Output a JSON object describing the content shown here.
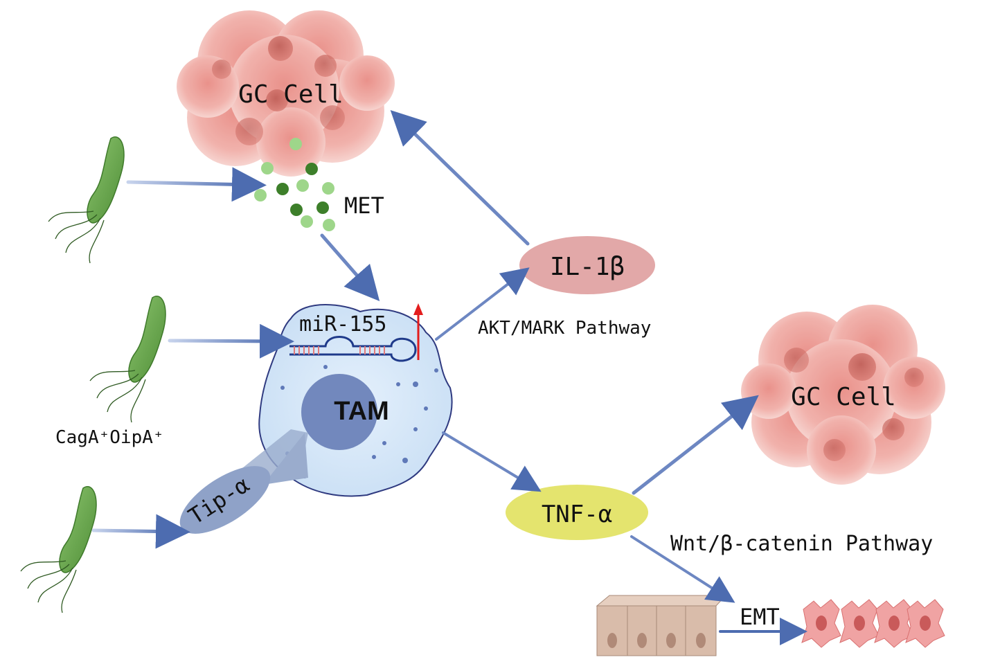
{
  "labels": {
    "gc_cell_top": "GC Cell",
    "gc_cell_right": "GC Cell",
    "met": "MET",
    "mir155": "miR-155",
    "tam": "TAM",
    "cag_oip": "CagA⁺OipA⁺",
    "tip_alpha": "Tip-α",
    "il1b": "IL-1β",
    "akt_pathway": "AKT/MARK Pathway",
    "tnf_alpha": "TNF-α",
    "wnt_pathway": "Wnt/β-catenin Pathway",
    "emt": "EMT"
  },
  "colors": {
    "arrow": "#5a78b8",
    "gc_cell": "#e88e86",
    "tam_body": "#d6e8fa",
    "tam_nucleus": "#7288bd",
    "bacteria": "#6aa84f",
    "il1b_fill": "#e2a8a8",
    "tnf_fill": "#e4e46e",
    "tip_fill": "#8fa2c8",
    "upregulation": "#e31d1d"
  }
}
